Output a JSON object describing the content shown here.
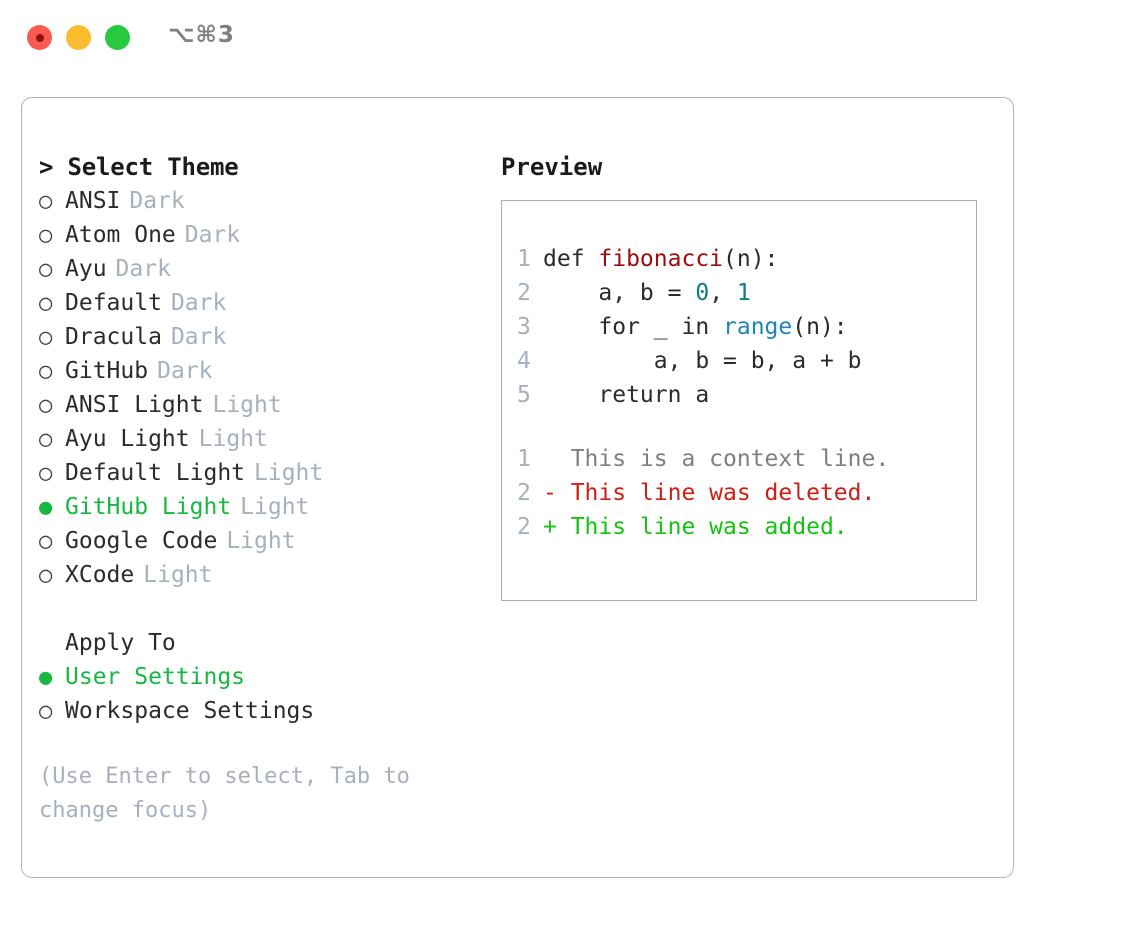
{
  "titlebar": {
    "shortcut": "⌥⌘3",
    "buttons": [
      {
        "name": "close",
        "color": "#fb5a52"
      },
      {
        "name": "minimize",
        "color": "#fbbd2e"
      },
      {
        "name": "zoom",
        "color": "#27c93f"
      }
    ]
  },
  "theme_picker": {
    "header": "> Select Theme",
    "marker_selected": "●",
    "marker_unselected": "○",
    "options": [
      {
        "name": "ANSI",
        "tag": "Dark",
        "selected": false
      },
      {
        "name": "Atom One",
        "tag": "Dark",
        "selected": false
      },
      {
        "name": "Ayu",
        "tag": "Dark",
        "selected": false
      },
      {
        "name": "Default",
        "tag": "Dark",
        "selected": false
      },
      {
        "name": "Dracula",
        "tag": "Dark",
        "selected": false
      },
      {
        "name": "GitHub",
        "tag": "Dark",
        "selected": false
      },
      {
        "name": "ANSI Light",
        "tag": "Light",
        "selected": false
      },
      {
        "name": "Ayu Light",
        "tag": "Light",
        "selected": false
      },
      {
        "name": "Default Light",
        "tag": "Light",
        "selected": false
      },
      {
        "name": "GitHub Light",
        "tag": "Light",
        "selected": true
      },
      {
        "name": "Google Code",
        "tag": "Light",
        "selected": false
      },
      {
        "name": "XCode",
        "tag": "Light",
        "selected": false
      }
    ]
  },
  "apply_to": {
    "header": "Apply To",
    "options": [
      {
        "name": "User Settings",
        "selected": true
      },
      {
        "name": "Workspace Settings",
        "selected": false
      }
    ]
  },
  "hint": "(Use Enter to select, Tab to change focus)",
  "preview": {
    "title": "Preview",
    "code_lines": [
      {
        "num": "1",
        "tokens": [
          {
            "text": "def ",
            "style": "def"
          },
          {
            "text": "fibonacci",
            "style": "fn"
          },
          {
            "text": "(n):",
            "style": "def"
          }
        ]
      },
      {
        "num": "2",
        "tokens": [
          {
            "text": "    a, b = ",
            "style": "def"
          },
          {
            "text": "0",
            "style": "num"
          },
          {
            "text": ", ",
            "style": "def"
          },
          {
            "text": "1",
            "style": "num"
          }
        ]
      },
      {
        "num": "3",
        "tokens": [
          {
            "text": "    for _ in ",
            "style": "def"
          },
          {
            "text": "range",
            "style": "call"
          },
          {
            "text": "(n):",
            "style": "def"
          }
        ]
      },
      {
        "num": "4",
        "tokens": [
          {
            "text": "        a, b = b, a + b",
            "style": "def"
          }
        ]
      },
      {
        "num": "5",
        "tokens": [
          {
            "text": "    return a",
            "style": "def"
          }
        ]
      }
    ],
    "diff_lines": [
      {
        "num": "1",
        "text": "  This is a context line.",
        "style": "ctx"
      },
      {
        "num": "2",
        "text": "- This line was deleted.",
        "style": "del"
      },
      {
        "num": "2",
        "text": "+ This line was added.",
        "style": "add"
      }
    ]
  },
  "colors": {
    "selected_green": "#18b741",
    "muted": "#a7b0bd",
    "border": "#aab3c2",
    "fn_red": "#9e0d0d",
    "number_teal": "#0d7d7d",
    "call_blue": "#1b87b5",
    "diff_del": "#cc1f16",
    "diff_add": "#14c212"
  }
}
